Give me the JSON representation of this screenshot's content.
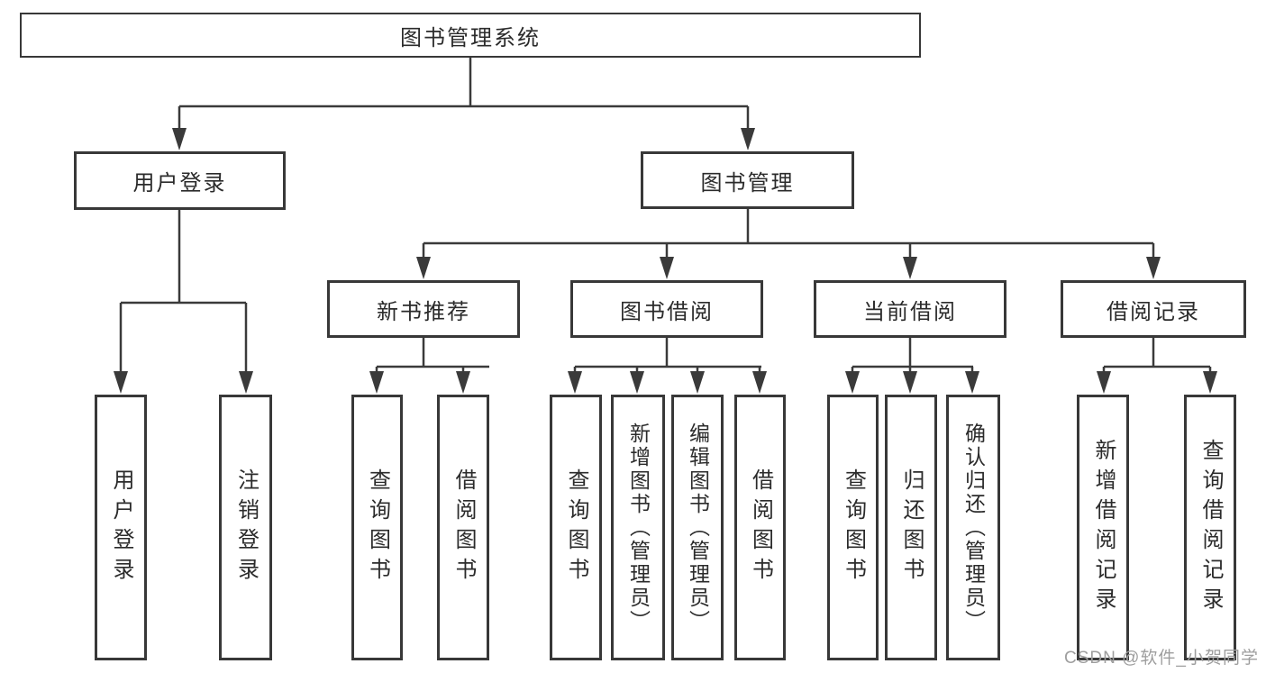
{
  "diagram": {
    "title": "图书管理系统",
    "root": {
      "label": "图书管理系统"
    },
    "level2": [
      {
        "label": "用户登录"
      },
      {
        "label": "图书管理"
      }
    ],
    "level3": [
      {
        "label": "新书推荐",
        "parent": "图书管理"
      },
      {
        "label": "图书借阅",
        "parent": "图书管理"
      },
      {
        "label": "当前借阅",
        "parent": "图书管理"
      },
      {
        "label": "借阅记录",
        "parent": "图书管理"
      }
    ],
    "leaves": [
      {
        "label": "用户登录",
        "parent": "用户登录"
      },
      {
        "label": "注销登录",
        "parent": "用户登录"
      },
      {
        "label": "查询图书",
        "parent": "新书推荐"
      },
      {
        "label": "借阅图书",
        "parent": "新书推荐"
      },
      {
        "label": "查询图书",
        "parent": "图书借阅"
      },
      {
        "label": "新增图书（管理员）",
        "parent": "图书借阅"
      },
      {
        "label": "编辑图书（管理员）",
        "parent": "图书借阅"
      },
      {
        "label": "借阅图书",
        "parent": "图书借阅"
      },
      {
        "label": "查询图书",
        "parent": "当前借阅"
      },
      {
        "label": "归还图书",
        "parent": "当前借阅"
      },
      {
        "label": "确认归还（管理员）",
        "parent": "当前借阅"
      },
      {
        "label": "新增借阅记录",
        "parent": "借阅记录"
      },
      {
        "label": "查询借阅记录",
        "parent": "借阅记录"
      }
    ]
  },
  "watermark": {
    "text": "CSDN @软件_小贺同学"
  },
  "colors": {
    "line": "#3a3a3a",
    "border": "#383838",
    "text": "#2b2b2b",
    "watermark_text": "#9e9e9e",
    "background": "#ffffff"
  }
}
